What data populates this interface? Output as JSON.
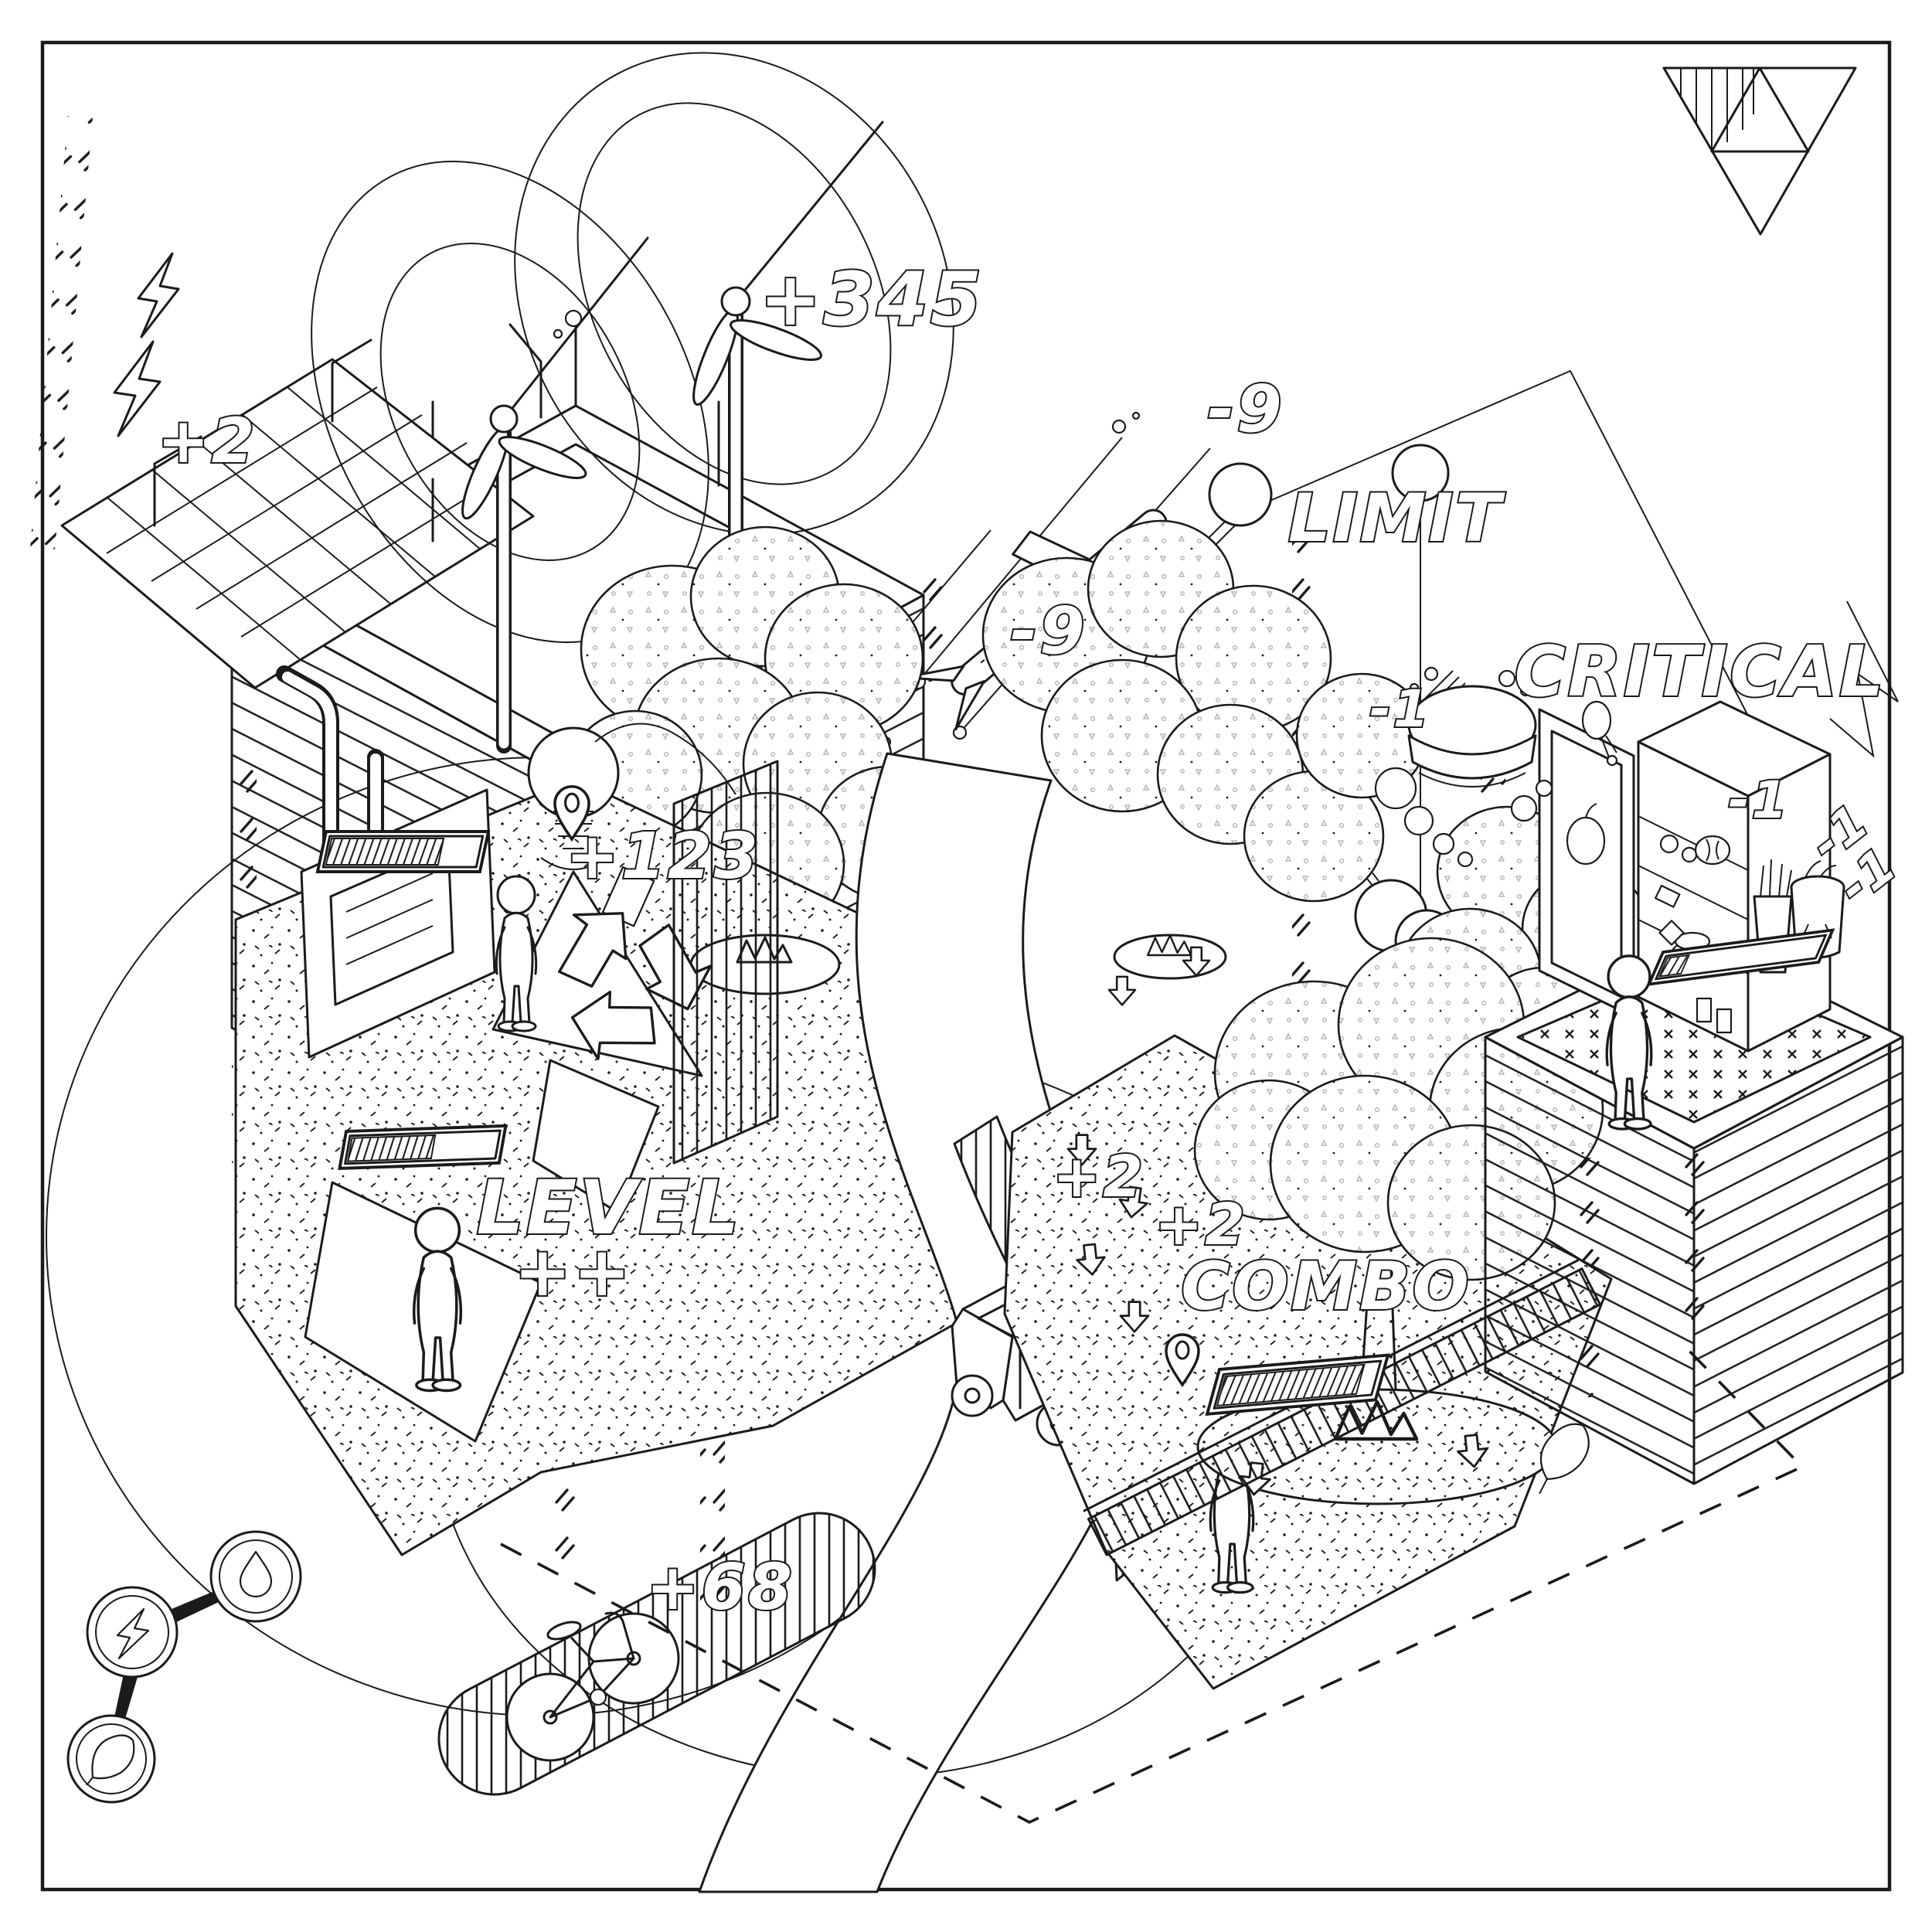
{
  "colors": {
    "background": "#ffffff",
    "line": "#1b1b1b",
    "texture_gray": "#b9b9b9"
  },
  "hud": {
    "solar_bonus": "+2",
    "wind_bonus": "+345",
    "plane_penalty_high": "-9",
    "plane_penalty_low": "-9",
    "limit_label": "LIMIT",
    "critical_label": "CRITICAL",
    "food_penalty_a": "-1",
    "food_penalty_b": "-1",
    "food_penalty_c": "-1",
    "food_penalty_d": "-1",
    "idea_bonus": "+123",
    "level_label": "LEVEL",
    "level_increment": "++",
    "garden_bonus_a": "+2",
    "garden_bonus_b": "+2",
    "combo_label": "COMBO",
    "bike_bonus": "+68"
  },
  "progress": {
    "factory_fill": "145",
    "factory_pct": "72%",
    "pit_fill": "107",
    "pit_pct": "55%",
    "garden_fill": "175",
    "garden_pct": "85%",
    "kitchen_fill": "26",
    "kitchen_pct": "12%"
  },
  "icons": {
    "badge_top": "water-drop-icon",
    "badge_middle": "lightning-icon",
    "badge_bottom": "leaf-icon",
    "logo": "triangle-logo"
  }
}
